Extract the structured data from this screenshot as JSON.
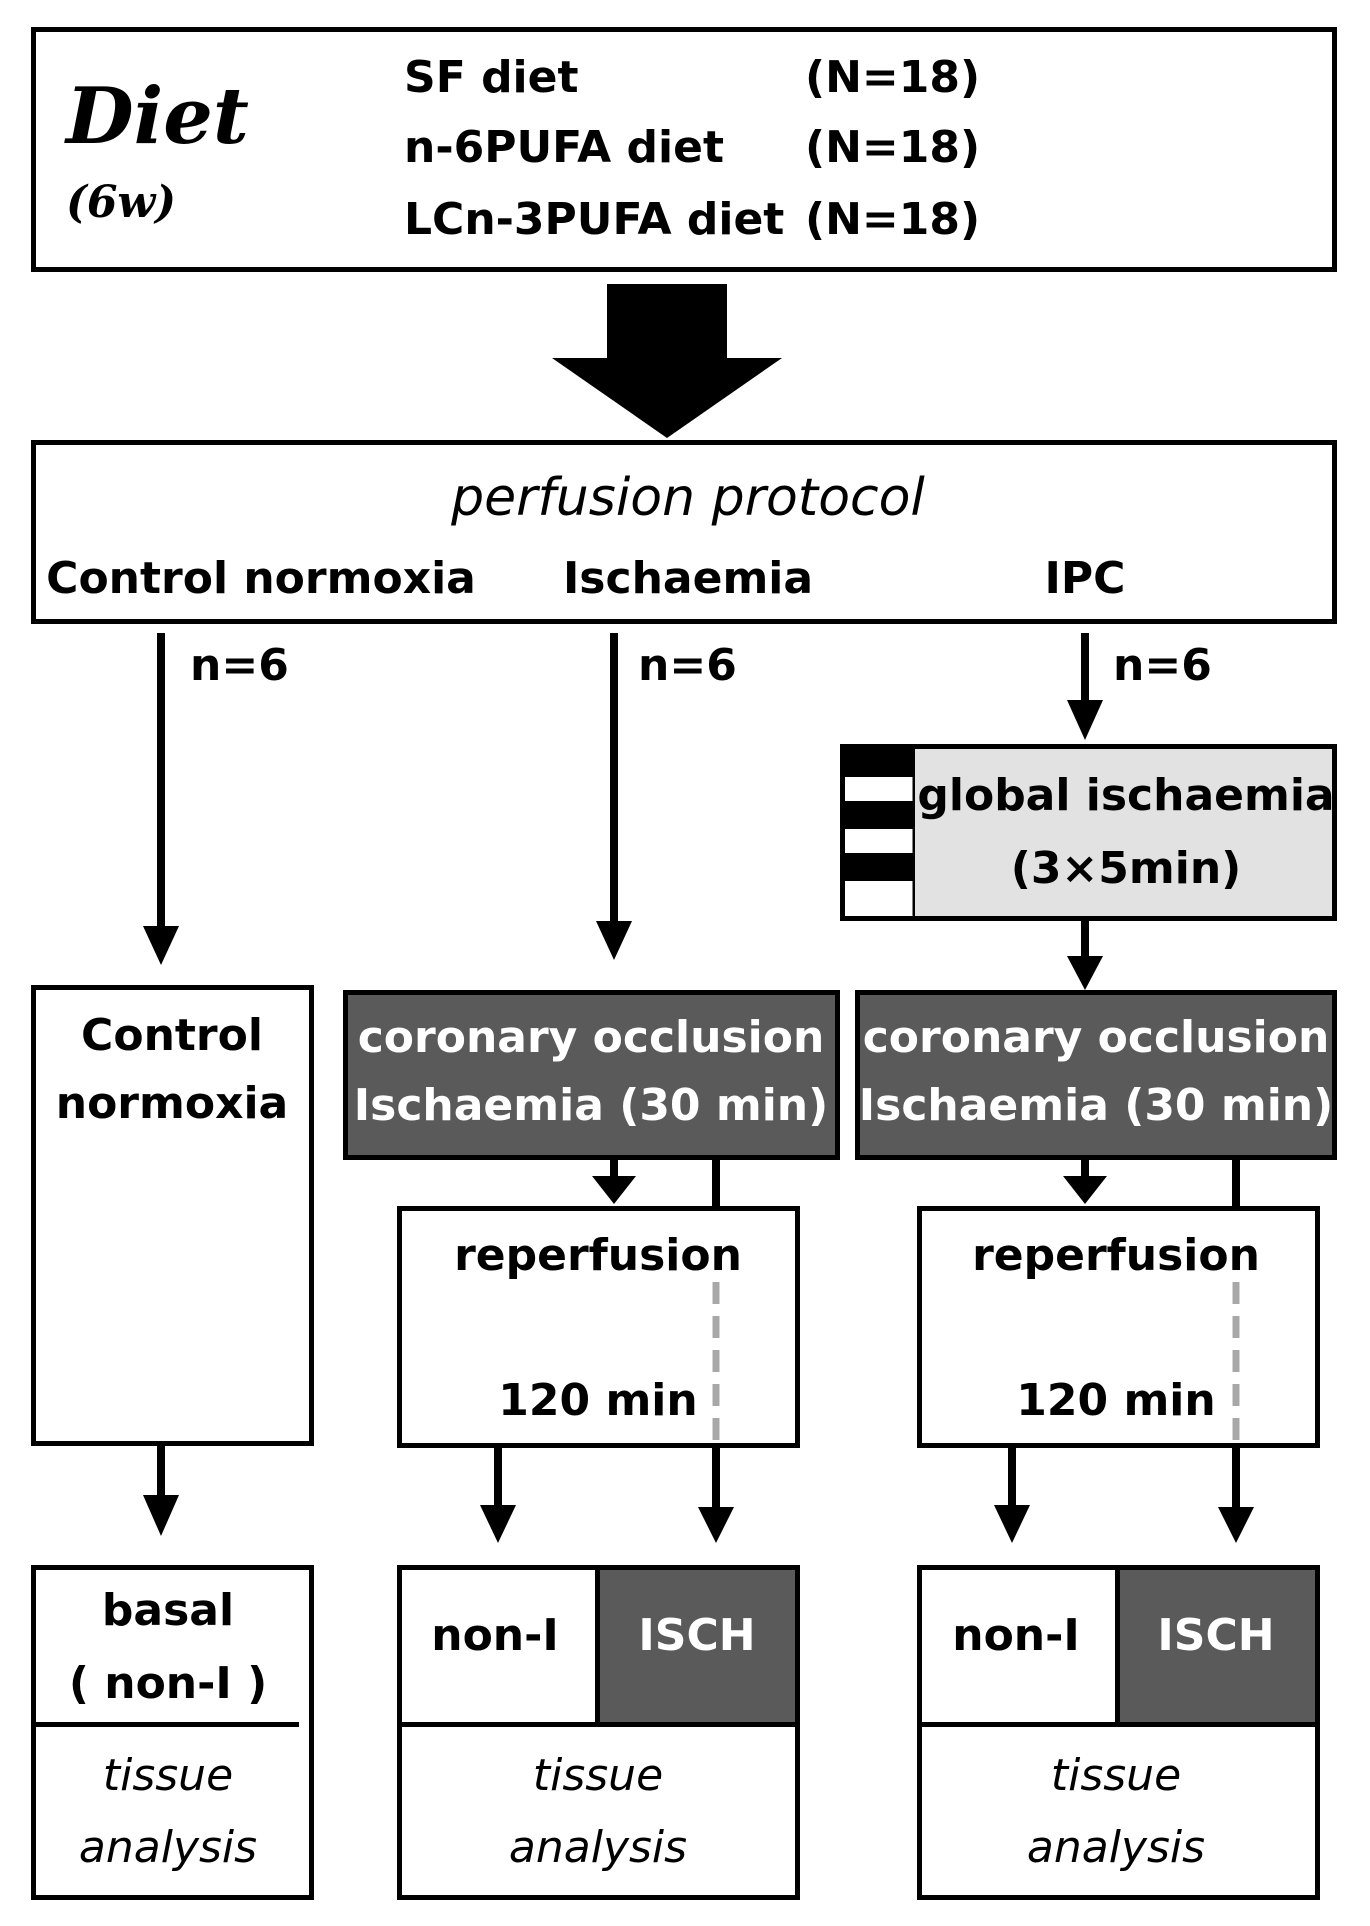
{
  "colors": {
    "dark_fill": "#5a5a5a",
    "light_fill": "#e2e2e2",
    "line": "#000000",
    "dashed": "#a8a8a8"
  },
  "diet": {
    "title": "Diet",
    "duration": "(6w)",
    "groups": [
      {
        "label": "SF diet",
        "n": "(N=18)"
      },
      {
        "label": "n-6PUFA diet",
        "n": "(N=18)"
      },
      {
        "label": "LCn-3PUFA diet",
        "n": "(N=18)"
      }
    ]
  },
  "protocol": {
    "title": "perfusion protocol",
    "branches": [
      "Control normoxia",
      "Ischaemia",
      "IPC"
    ]
  },
  "group_size": "n=6",
  "ipc_pretreat": {
    "line1": "global ischaemia",
    "line2": "(3×5min)"
  },
  "control": {
    "line1": "Control",
    "line2": "normoxia"
  },
  "occlusion": {
    "line1": "coronary occlusion",
    "line2": "Ischaemia (30 min)"
  },
  "reperfusion": {
    "label": "reperfusion",
    "duration": "120 min"
  },
  "basal": {
    "line1": "basal",
    "line2": "( non-I )"
  },
  "samples": {
    "non_i": "non-I",
    "isch": "ISCH"
  },
  "tissue": {
    "line1": "tissue",
    "line2": "analysis"
  }
}
